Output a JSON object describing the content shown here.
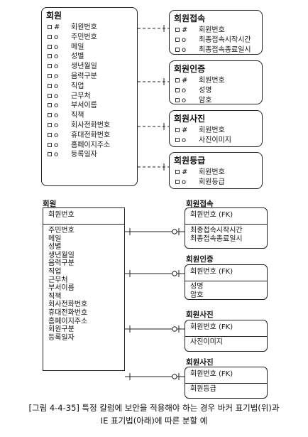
{
  "barker": {
    "member": {
      "title": "회원",
      "attrs": [
        {
          "sym": "#",
          "name": "회원번호"
        },
        {
          "sym": "o",
          "name": "주민번호"
        },
        {
          "sym": "o",
          "name": "메일"
        },
        {
          "sym": "o",
          "name": "성별"
        },
        {
          "sym": "o",
          "name": "생년월일"
        },
        {
          "sym": "o",
          "name": "음력구분"
        },
        {
          "sym": "o",
          "name": "직업"
        },
        {
          "sym": "o",
          "name": "근무처"
        },
        {
          "sym": "o",
          "name": "부서이름"
        },
        {
          "sym": "o",
          "name": "직책"
        },
        {
          "sym": "o",
          "name": "회사전화번호"
        },
        {
          "sym": "o",
          "name": "휴대전화번호"
        },
        {
          "sym": "o",
          "name": "홈페이지주소"
        },
        {
          "sym": "o",
          "name": "등록일자"
        }
      ]
    },
    "subs": [
      {
        "title": "회원접속",
        "attrs": [
          {
            "sym": "#",
            "name": "회원번호"
          },
          {
            "sym": "o",
            "name": "최종접속시작시간"
          },
          {
            "sym": "o",
            "name": "최종접속종료일시"
          }
        ]
      },
      {
        "title": "회원인증",
        "attrs": [
          {
            "sym": "#",
            "name": "회원번호"
          },
          {
            "sym": "o",
            "name": "성명"
          },
          {
            "sym": "o",
            "name": "암호"
          }
        ]
      },
      {
        "title": "회원사진",
        "attrs": [
          {
            "sym": "#",
            "name": "회원번호"
          },
          {
            "sym": "o",
            "name": "사진이미지"
          }
        ]
      },
      {
        "title": "회원등급",
        "attrs": [
          {
            "sym": "#",
            "name": "회원번호"
          },
          {
            "sym": "o",
            "name": "회원등급"
          }
        ]
      }
    ]
  },
  "ie": {
    "member": {
      "title": "회원",
      "key": "회원번호",
      "attrs": [
        "주민번호",
        "메일",
        "성별",
        "생년월일",
        "음력구분",
        "직업",
        "근무처",
        "부서이름",
        "직책",
        "회사전화번호",
        "휴대전화번호",
        "홈페이지주소",
        "회원구분",
        "등록일자"
      ]
    },
    "subs": [
      {
        "title": "회원접속",
        "key": "회원번호 (FK)",
        "attrs": [
          "최종접속시작시간",
          "최종접속종료일시"
        ]
      },
      {
        "title": "회원인증",
        "key": "회원번호 (FK)",
        "attrs": [
          "성명",
          "암호"
        ]
      },
      {
        "title": "회원사진",
        "key": "회원번호 (FK)",
        "attrs": [
          "사진이미지"
        ]
      },
      {
        "title": "회원사진",
        "key": "회원번호 (FK)",
        "attrs": [
          "회원등급"
        ]
      }
    ]
  },
  "caption": {
    "line1": "[그림 4-4-35] 특정 칼럼에 보안을 적용해야 하는 경우 바커 표기법(위)과",
    "line2": "IE 표기법(아래)에 따른 분할 예"
  }
}
